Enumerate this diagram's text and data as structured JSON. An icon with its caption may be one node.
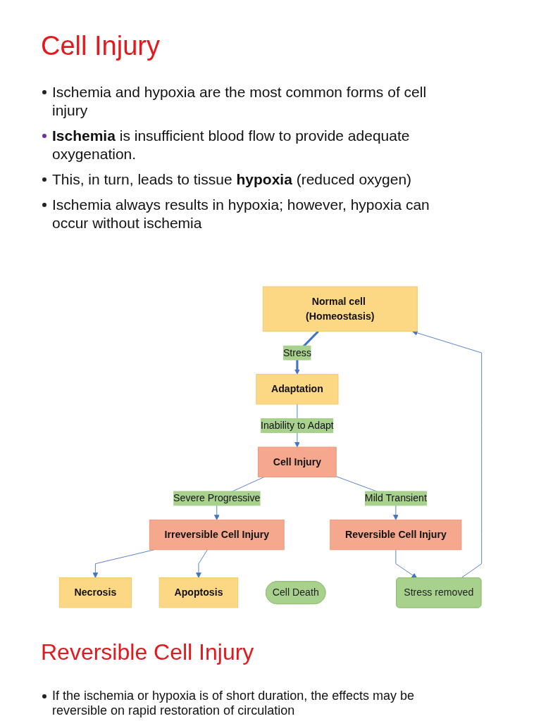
{
  "diagram": {
    "title": "Cell Injury",
    "nodes": [
      {
        "text": [
          "Normal cell (Homeostasis)"
        ]
      },
      {
        "text": [
          "Adaptation"
        ]
      },
      {
        "text": [
          "Cell Injury"
        ]
      },
      {
        "text": [
          "Stress removed"
        ]
      },
      {
        "text": [
          "Irreversible Cell Injury"
        ]
      },
      {
        "text": [
          "Reversible Cell Injury"
        ]
      },
      {
        "text": [
          "Necrosis"
        ]
      },
      {
        "text": [
          "Cell Death"
        ]
      },
      {
        "text": [
          "Apoptosis"
        ]
      }
    ],
    "edges": [
      {
        "from": 0,
        "to": 1,
        "arrow": "to",
        "label": "Stress",
        "style": "thick"
      },
      {
        "from": 1,
        "to": 2,
        "arrow": "to",
        "label": "Inability to Adapt"
      },
      {
        "from": 2,
        "to": 4,
        "arrow": "to",
        "label": "Severe Progressive"
      },
      {
        "from": 2,
        "to": 5,
        "arrow": "to",
        "label": "Mild Transient"
      },
      {
        "from": 5,
        "to": 3,
        "arrow": "to"
      },
      {
        "from": 3,
        "to": 0,
        "arrow": "to"
      },
      {
        "from": 4,
        "to": 6,
        "arrow": "to"
      },
      {
        "from": 4,
        "to": 8,
        "arrow": "to"
      }
    ],
    "labels": [
      "Ischemia and hypoxia are the most common forms of cell injury",
      "**Ischemia** is insufficient blood flow to provide adequate oxygenation.",
      "This, in turn, leads to tissue **hypoxia** (reduced oxygen)",
      "Ischemia always results in hypoxia; however, hypoxia can occur without ischemia",
      "Reversible Cell Injury",
      "If the ischemia or hypoxia is of short duration, the effects may be reversible on rapid restoration of circulation"
    ]
  }
}
